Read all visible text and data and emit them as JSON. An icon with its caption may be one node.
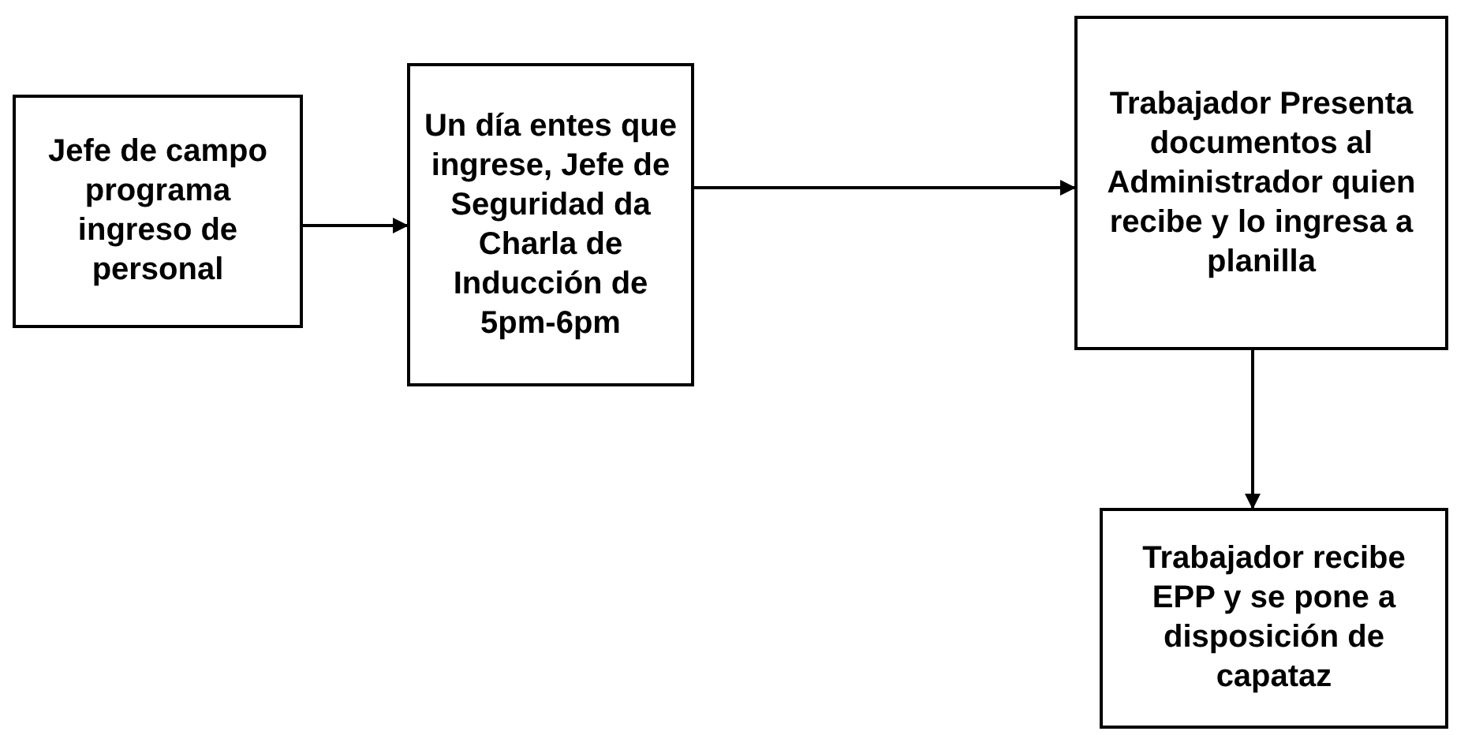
{
  "diagram": {
    "nodes": [
      {
        "text": [
          "Jefe de campo programa ingreso de personal"
        ]
      },
      {
        "text": [
          "Un día entes que ingrese, Jefe de Seguridad da Charla de Inducción de  5pm-6pm"
        ]
      },
      {
        "text": [
          "Trabajador Presenta documentos al Administrador quien recibe y lo ingresa a planilla"
        ]
      },
      {
        "text": [
          "Trabajador recibe EPP y se pone a disposición de capataz"
        ]
      }
    ],
    "edges": [
      {
        "from": 0,
        "to": 1,
        "arrow": "to"
      },
      {
        "from": 1,
        "to": 2,
        "arrow": "to"
      },
      {
        "from": 2,
        "to": 3,
        "arrow": "to"
      }
    ]
  }
}
